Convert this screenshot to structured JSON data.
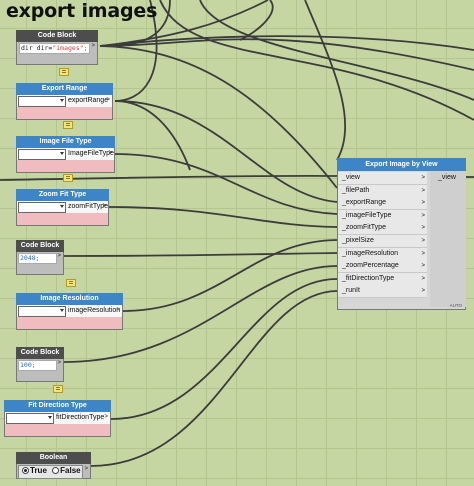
{
  "graph_title": "export images",
  "nodes": {
    "code_block_1": {
      "title": "Code Block",
      "code_keyword": "dir",
      "code_value": "\"images\";",
      "output_arrow": ">"
    },
    "export_range": {
      "title": "Export Range",
      "output": "exportRange",
      "output_arrow": ">"
    },
    "image_file_type": {
      "title": "Image File Type",
      "output": "ImageFileType",
      "output_arrow": ">"
    },
    "zoom_fit_type": {
      "title": "Zoom Fit Type",
      "output": "zoomFitType",
      "output_arrow": ">"
    },
    "code_block_2": {
      "title": "Code Block",
      "code": "2048;",
      "output_arrow": ">"
    },
    "image_resolution": {
      "title": "Image Resolution",
      "output": "imageResolution",
      "output_arrow": ">"
    },
    "code_block_3": {
      "title": "Code Block",
      "code": "100;",
      "output_arrow": ">"
    },
    "fit_direction_type": {
      "title": "Fit Direction Type",
      "output": "fitDirectionType",
      "output_arrow": ">"
    },
    "boolean": {
      "title": "Boolean",
      "true_label": "True",
      "false_label": "False",
      "value": true,
      "output_arrow": ">"
    },
    "export_image": {
      "title": "Export Image by View",
      "inputs": [
        "_view",
        "_filePath",
        "_exportRange",
        "_imageFileType",
        "_zoomFitType",
        "_pixelSize",
        "_imageResolution",
        "_zoomPercentage",
        "_fitDirectionType",
        "_runIt"
      ],
      "output": "_view",
      "footer": "AUTO",
      "input_arrow": ">"
    }
  }
}
